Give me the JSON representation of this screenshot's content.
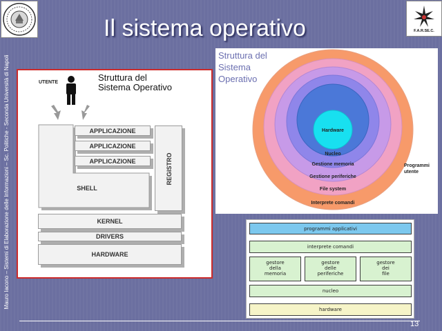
{
  "slide": {
    "title": "Il sistema operativo",
    "credit": "Mauro Iacono – Sistemi di Elaborazione delle Informazioni – Sc. Politiche - Seconda Università di Napoli",
    "number": "13",
    "right_logo_text": "F.A.R.SE.C."
  },
  "left_figure": {
    "title_line1": "Struttura del",
    "title_line2": "Sistema Operativo",
    "user_label": "UTENTE",
    "app1": "APPLICAZIONE",
    "app2": "APPLICAZIONE",
    "app3": "APPLICAZIONE",
    "shell": "SHELL",
    "registry": "REGISTRO",
    "kernel": "KERNEL",
    "drivers": "DRIVERS",
    "hardware": "HARDWARE"
  },
  "rings_figure": {
    "title_line1": "Struttura del",
    "title_line2": "Sistema",
    "title_line3": "Operativo",
    "hardware": "Hardware",
    "nucleo": "Nucleo",
    "memoria": "Gestione memoria",
    "periferiche": "Gestione periferiche",
    "filesystem": "File system",
    "interprete": "Interprete comandi",
    "programs_line1": "Programmi",
    "programs_line2": "utente",
    "colors": [
      "#f79a6a",
      "#f1a2c4",
      "#c79ae8",
      "#8f86ea",
      "#4b78d8",
      "#18e0f0"
    ]
  },
  "stack_figure": {
    "apps": "programmi applicativi",
    "interprete": "interprete comandi",
    "mem_line1": "gestore",
    "mem_line2": "della",
    "mem_line3": "memoria",
    "per_line1": "gestore",
    "per_line2": "delle",
    "per_line3": "periferiche",
    "file_line1": "gestore",
    "file_line2": "dei",
    "file_line3": "file",
    "nucleo": "nucleo",
    "hardware": "hardware",
    "colors": {
      "apps": "#7cc8ee",
      "green": "#d8f2d0",
      "hardware": "#f6f4c8"
    }
  }
}
